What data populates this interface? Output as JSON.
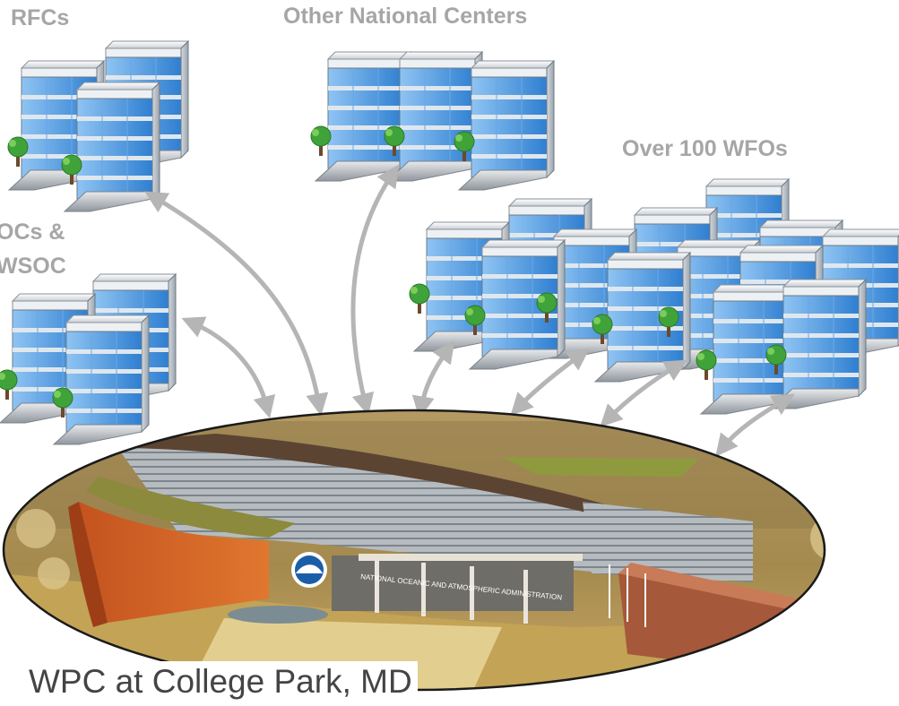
{
  "labels": {
    "rfcs": "RFCs",
    "other_centers": "Other National Centers",
    "wfos": "Over 100 WFOs",
    "wsoc_line1": "OCs &",
    "wsoc_line2": "WSOC"
  },
  "caption": "WPC at College Park, MD",
  "building_sign": "NATIONAL OCEANIC AND ATMOSPHERIC ADMINISTRATION",
  "colors": {
    "label_gray": "#a6a6a6",
    "arrow_gray": "#b5b5b5",
    "building_blue": "#4a9be6",
    "tree_green": "#3fa33a"
  },
  "icons": [
    "office-building-icon",
    "tree-icon",
    "noaa-logo-icon"
  ]
}
